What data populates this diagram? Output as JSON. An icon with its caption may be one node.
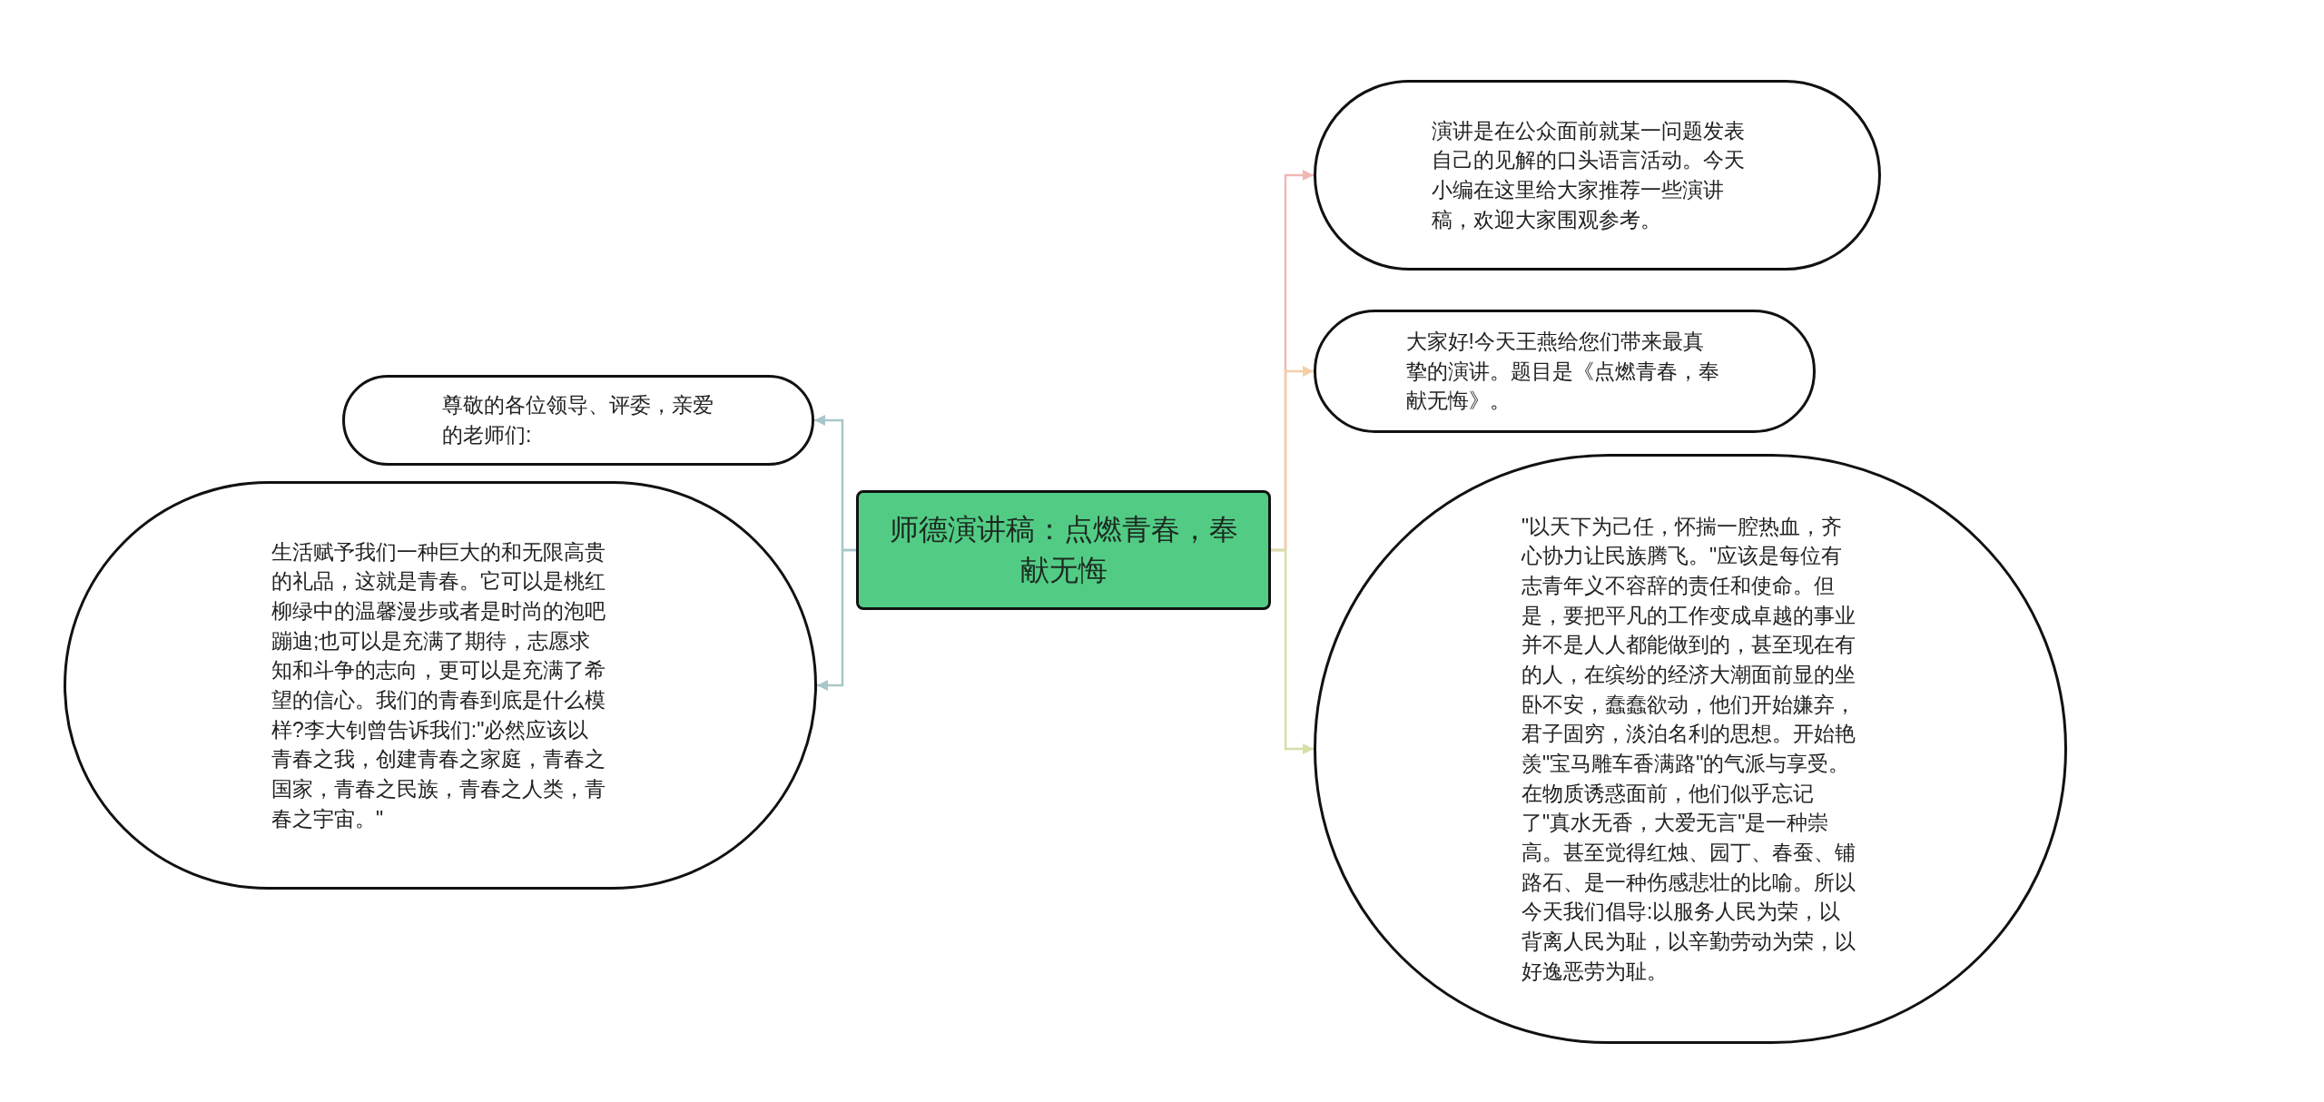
{
  "diagram": {
    "nodes": [
      {
        "text": [
          "师德演讲稿：点燃青春，奉献无悔"
        ]
      },
      {
        "text": [
          "尊敬的各位领导、评委，亲爱的老师们:"
        ]
      },
      {
        "text": [
          "生活赋予我们一种巨大的和无限高贵的礼品，这就是青春。它可以是桃红柳绿中的温馨漫步或者是时尚的泡吧蹦迪;也可以是充满了期待，志愿求知和斗争的志向，更可以是充满了希望的信心。我们的青春到底是什么模样?李大钊曾告诉我们:\"必然应该以青春之我，创建青春之家庭，青春之国家，青春之民族，青春之人类，青春之宇宙。\""
        ]
      },
      {
        "text": [
          "演讲是在公众面前就某一问题发表自己的见解的口头语言活动。今天小编在这里给大家推荐一些演讲稿，欢迎大家围观参考。"
        ]
      },
      {
        "text": [
          "大家好!今天王燕给您们带来最真挚的演讲。题目是《点燃青春，奉献无悔》。"
        ]
      },
      {
        "text": [
          "\"以天下为己任，怀揣一腔热血，齐心协力让民族腾飞。\"应该是每位有志青年义不容辞的责任和使命。但是，要把平凡的工作变成卓越的事业并不是人人都能做到的，甚至现在有的人，在缤纷的经济大潮面前显的坐卧不安，蠢蠢欲动，他们开始嫌弃，君子固穷，淡泊名利的思想。开始艳羡\"宝马雕车香满路\"的气派与享受。在物质诱惑面前，他们似乎忘记了\"真水无香，大爱无言\"是一种崇高。甚至觉得红烛、园丁、春蚕、铺路石、是一种伤感悲壮的比喻。所以今天我们倡导:以服务人民为荣，以背离人民为耻，以辛勤劳动为荣，以好逸恶劳为耻。"
        ]
      }
    ],
    "edges": [
      {
        "from": 0,
        "to": 1,
        "arrow": "to",
        "color": "#a9c6c9"
      },
      {
        "from": 0,
        "to": 2,
        "arrow": "to",
        "color": "#a9c6c9"
      },
      {
        "from": 0,
        "to": 3,
        "arrow": "to",
        "color": "#efb7b4"
      },
      {
        "from": 0,
        "to": 4,
        "arrow": "to",
        "color": "#f2cfa9"
      },
      {
        "from": 0,
        "to": 5,
        "arrow": "to",
        "color": "#d5dfa9"
      }
    ]
  }
}
